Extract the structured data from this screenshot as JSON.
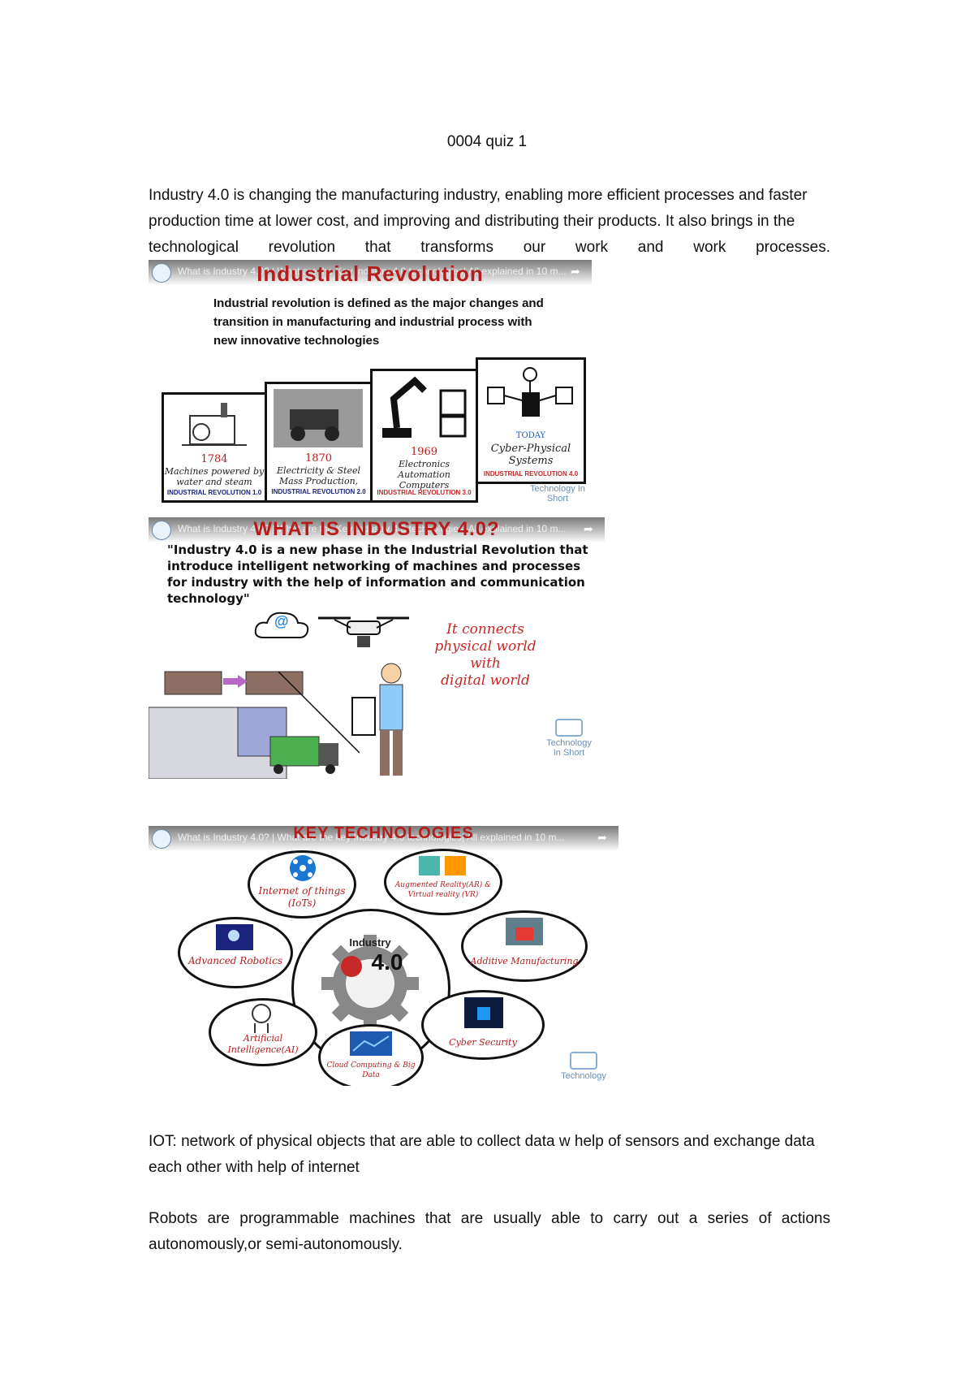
{
  "title": "0004 quiz 1",
  "intro": {
    "line1": "Industry 4.0 is changing the manufacturing industry, enabling more efficient processes and faster",
    "line2": "production time at lower cost, and improving and distributing their products. It also brings in the",
    "line3": "technological revolution that transforms our work and work processes."
  },
  "image1": {
    "video_title": "What is Industry 4.0? | What are the Key Industry 4.0 technologies| All explained in 10 m...",
    "banner": "Industrial Revolution",
    "caption": "Industrial revolution is defined as the major changes and transition in manufacturing and industrial process with new innovative technologies",
    "stages": [
      {
        "year": "1784",
        "desc": "Machines powered by water and steam",
        "label": "INDUSTRIAL REVOLUTION 1.0"
      },
      {
        "year": "1870",
        "desc": "Electricity & Steel Mass Production,",
        "label": "INDUSTRIAL REVOLUTION 2.0"
      },
      {
        "year": "1969",
        "desc": "Electronics Automation Computers",
        "label": "INDUSTRIAL REVOLUTION 3.0"
      },
      {
        "year": "TODAY",
        "desc": "Cyber-Physical Systems",
        "label": "INDUSTRIAL REVOLUTION 4.0"
      }
    ],
    "watermark": "Technology In Short"
  },
  "image2": {
    "video_title": "What is Industry 4.0? | What are the Key Industry 4.0 technologies| All explained in 10 m...",
    "banner": "WHAT IS INDUSTRY 4.0?",
    "quote": "\"Industry 4.0 is a new phase in the Industrial Revolution that introduce intelligent networking of machines and processes for industry with the help of information and communication technology\"",
    "side_text": [
      "It connects",
      "physical world",
      "with",
      "digital world"
    ],
    "cloud_symbol": "@",
    "watermark_1": "Technology",
    "watermark_2": "In Short"
  },
  "image3": {
    "video_title": "What is Industry 4.0? | What are the key Industry 4.0 technologies| All explained in 10 m...",
    "banner": "KEY TECHNOLOGIES",
    "center_label": "Industry",
    "center_value": "4.0",
    "techs": [
      "Internet of things (IoTs)",
      "Augmented Reality(AR) & Virtual reality (VR)",
      "Additive Manufacturing",
      "Cyber Security",
      "Cloud Computing & Big Data",
      "Artificial Intelligence(AI)",
      "Advanced Robotics"
    ],
    "watermark": "Technology"
  },
  "iot_def": {
    "line1": "IOT: network of physical objects that are able to collect data w help of sensors and exchange data",
    "line2": "each other with help of internet"
  },
  "robots_def": {
    "line1": "Robots are programmable machines that are usually able to carry out a series of actions",
    "line2": "autonomously,or semi-autonomously."
  }
}
